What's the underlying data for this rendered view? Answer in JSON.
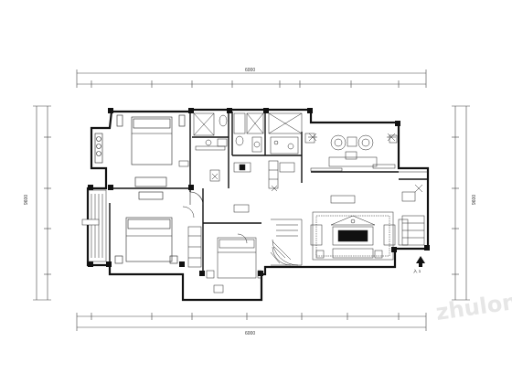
{
  "drawing": {
    "type": "floor-plan",
    "top_dimension": "6000",
    "bottom_dimension": "6000",
    "left_dimension": "9600",
    "right_dimension": "9600",
    "entrance_label": "入 1",
    "watermark": "zhulong"
  }
}
